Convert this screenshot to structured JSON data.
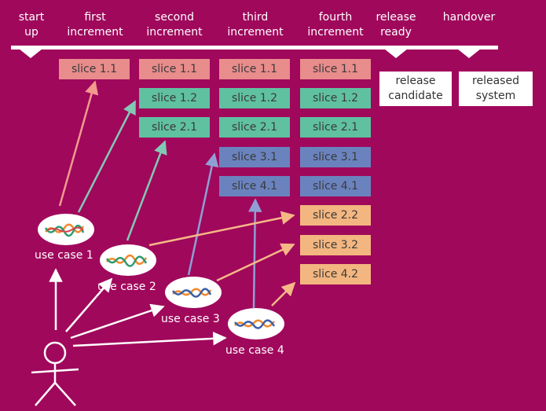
{
  "phases": [
    {
      "id": "start-up",
      "label": "start\nup"
    },
    {
      "id": "first",
      "label": "first\nincrement"
    },
    {
      "id": "second",
      "label": "second\nincrement"
    },
    {
      "id": "third",
      "label": "third\nincrement"
    },
    {
      "id": "fourth",
      "label": "fourth\nincrement"
    },
    {
      "id": "release-ready",
      "label": "release\nready"
    },
    {
      "id": "handover",
      "label": "handover"
    }
  ],
  "columns": [
    {
      "name": "first",
      "slices": [
        "slice 1.1"
      ]
    },
    {
      "name": "second",
      "slices": [
        "slice 1.1",
        "slice 1.2",
        "slice 2.1"
      ]
    },
    {
      "name": "third",
      "slices": [
        "slice 1.1",
        "slice 1.2",
        "slice 2.1",
        "slice 3.1",
        "slice 4.1"
      ]
    },
    {
      "name": "fourth",
      "slices": [
        "slice 1.1",
        "slice 1.2",
        "slice 2.1",
        "slice 3.1",
        "slice 4.1",
        "slice 2.2",
        "slice 3.2",
        "slice 4.2"
      ]
    }
  ],
  "milestones": {
    "release_candidate": "release\ncandidate",
    "released_system": "released\nsystem"
  },
  "use_cases": [
    "use case 1",
    "use case 2",
    "use case 3",
    "use case 4"
  ],
  "colors": {
    "background": "#a0085c",
    "slice_1_1": "#e98c8c",
    "slice_1_2_2_1": "#5fc1a0",
    "slice_3_1_4_1": "#6a83bf",
    "slice_later": "#f3b680",
    "arrow_red": "#f29a8d",
    "arrow_teal": "#82c9b4",
    "arrow_blue": "#8f9fd6",
    "arrow_orange": "#f6b786",
    "line_orange": "#f28a2e",
    "line_green": "#2e9a6e",
    "line_blue": "#3a5fa8",
    "line_red": "#d9434a"
  }
}
